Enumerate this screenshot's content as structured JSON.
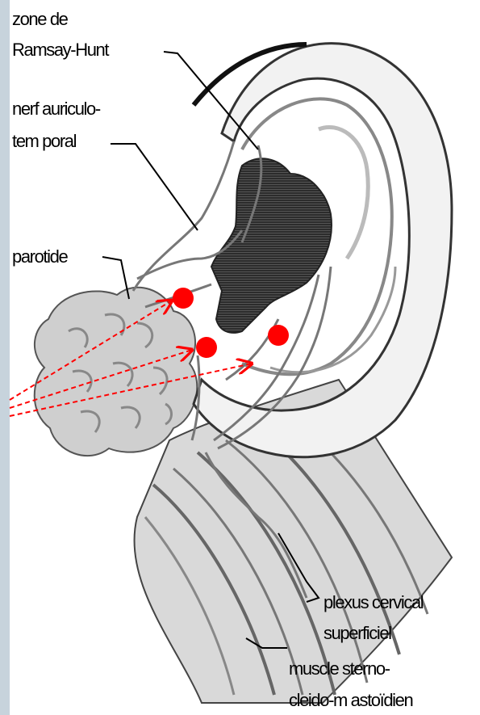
{
  "labels": {
    "ramsay_hunt_line1": "zone de",
    "ramsay_hunt_line2": "Ramsay-Hunt",
    "auriculo_temporal_line1": "nerf auriculo-",
    "auriculo_temporal_line2": "tem poral",
    "parotide": "parotide",
    "plexus_line1": "plexus cervical",
    "plexus_line2": "superficiel",
    "muscle_line1": "muscle sterno-",
    "muscle_line2": "cleido-m astoïdien"
  },
  "colors": {
    "marker": "#ff0000",
    "background_strip": "#c7d3dc"
  }
}
